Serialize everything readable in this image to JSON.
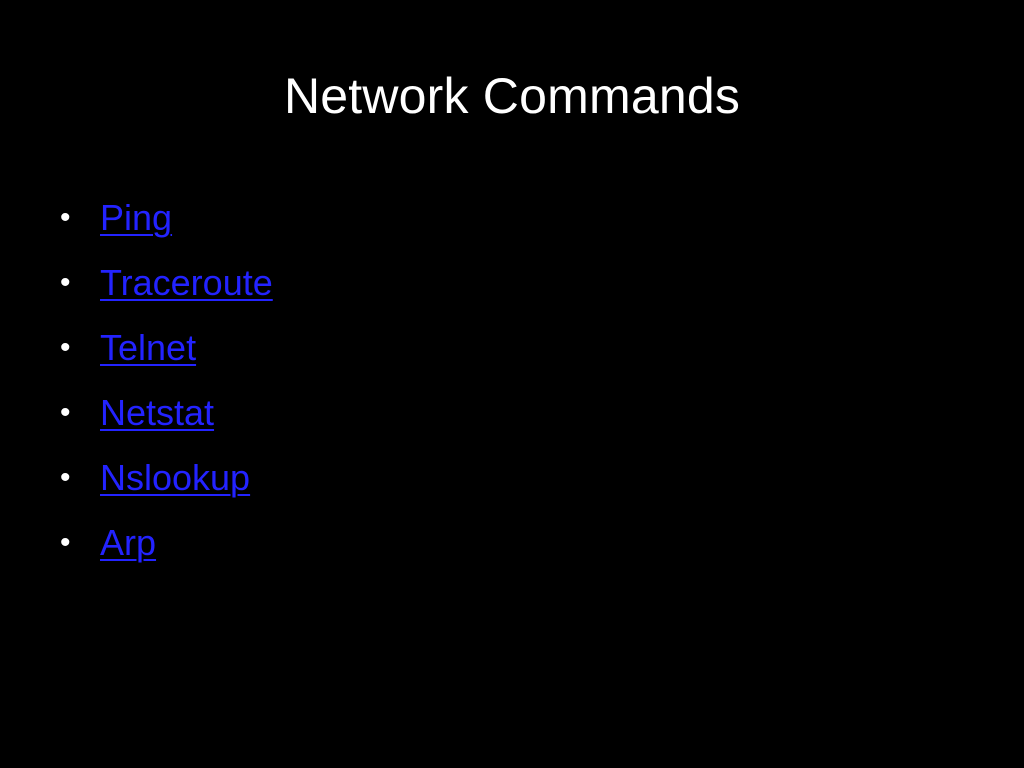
{
  "slide": {
    "title": "Network Commands",
    "items": [
      {
        "label": "Ping"
      },
      {
        "label": "Traceroute"
      },
      {
        "label": "Telnet"
      },
      {
        "label": "Netstat"
      },
      {
        "label": "Nslookup"
      },
      {
        "label": "Arp"
      }
    ],
    "bullet_char": "•",
    "colors": {
      "background": "#000000",
      "title": "#ffffff",
      "link": "#2323ff"
    }
  }
}
